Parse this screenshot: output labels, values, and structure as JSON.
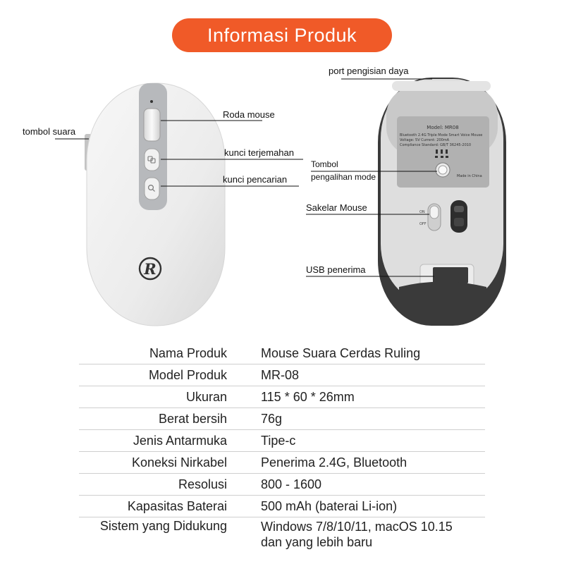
{
  "header": {
    "title": "Informasi Produk"
  },
  "callouts": {
    "sound_button": "tombol suara",
    "scroll_wheel": "Roda mouse",
    "translate_key": "kunci terjemahan",
    "search_key": "kunci pencarian",
    "charging_port": "port pengisian daya",
    "mode_switch_line1": "Tombol",
    "mode_switch_line2": "pengalihan mode",
    "power_switch": "Sakelar Mouse",
    "usb_receiver": "USB penerima"
  },
  "mouse_label": {
    "model": "Model: MR08",
    "line1": "Bluetooth 2.4G Triple Mode Smart Voice Mouse",
    "line2": "Voltage: 5V   Current: 200mA",
    "line3": "Compliance Standard: GB/T 36245-2010",
    "made_in": "Made in China",
    "on": "ON",
    "off": "OFF",
    "logo_letter": "R"
  },
  "specs": [
    {
      "label": "Nama Produk",
      "value": "Mouse Suara Cerdas Ruling"
    },
    {
      "label": "Model Produk",
      "value": "MR-08"
    },
    {
      "label": "Ukuran",
      "value": "115 * 60 * 26mm"
    },
    {
      "label": "Berat bersih",
      "value": "76g"
    },
    {
      "label": "Jenis Antarmuka",
      "value": "Tipe-c"
    },
    {
      "label": "Koneksi Nirkabel",
      "value": "Penerima 2.4G, Bluetooth"
    },
    {
      "label": "Resolusi",
      "value": "800 - 1600"
    },
    {
      "label": "Kapasitas Baterai",
      "value": "500 mAh (baterai Li-ion)"
    },
    {
      "label": "Sistem yang Didukung",
      "value": "Windows 7/8/10/11, macOS 10.15",
      "value2": "dan yang lebih baru"
    }
  ],
  "colors": {
    "accent": "#f05a28",
    "mouse_body": "#eeeeee",
    "mouse_accent": "#b5b7ba",
    "base_dark": "#333333"
  }
}
